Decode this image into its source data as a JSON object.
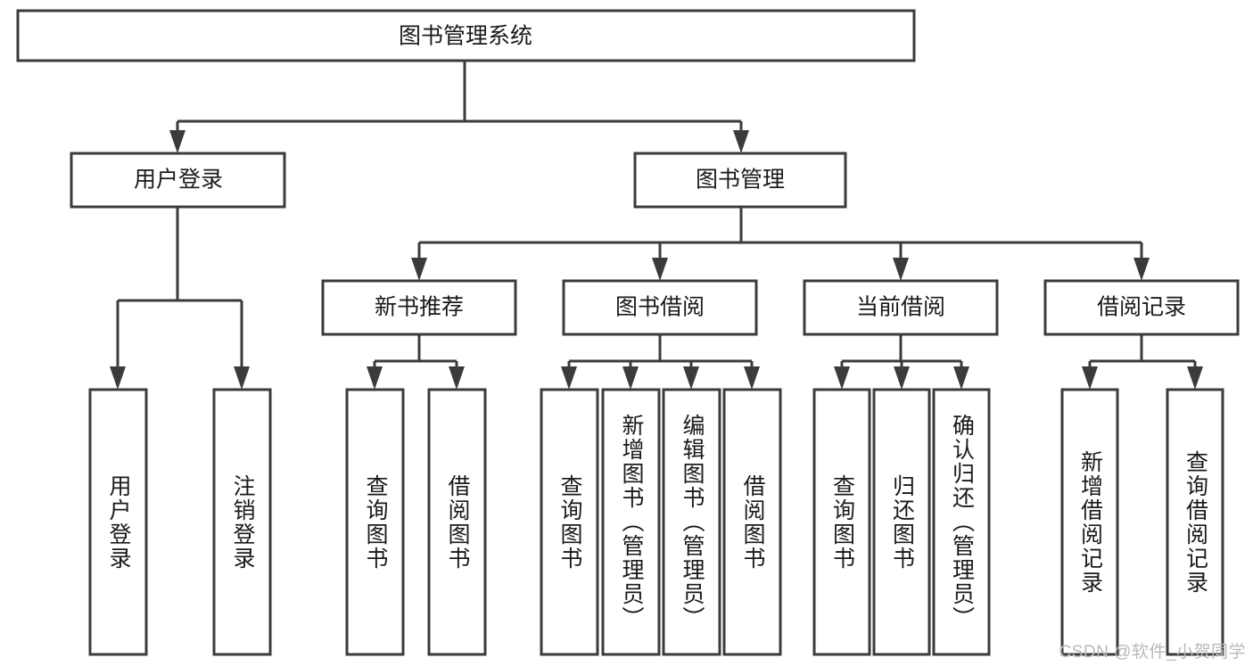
{
  "diagram": {
    "title": "图书管理系统",
    "type": "hierarchy-tree",
    "watermark": "CSDN @软件_小贺同学",
    "colors": {
      "box_stroke": "#3b3b3b",
      "box_fill": "#ffffff",
      "text": "#1a1a1a",
      "background": "#ffffff",
      "watermark": "#b9b9b9"
    },
    "levels": {
      "root": {
        "label": "图书管理系统"
      },
      "level2": [
        {
          "label": "用户登录"
        },
        {
          "label": "图书管理"
        }
      ],
      "level3": [
        {
          "label": "新书推荐"
        },
        {
          "label": "图书借阅"
        },
        {
          "label": "当前借阅"
        },
        {
          "label": "借阅记录"
        }
      ]
    },
    "nodes": {
      "root": "图书管理系统",
      "user_login": "用户登录",
      "book_manage": "图书管理",
      "new_book_rec": "新书推荐",
      "book_borrow": "图书借阅",
      "current_borrow": "当前借阅",
      "borrow_record": "借阅记录",
      "leaf_user_login": "用户登录",
      "leaf_logout": "注销登录",
      "leaf_query_book_1": "查询图书",
      "leaf_borrow_book_1": "借阅图书",
      "leaf_query_book_2": "查询图书",
      "leaf_add_book_admin": "新增图书（管理员）",
      "leaf_edit_book_admin": "编辑图书（管理员）",
      "leaf_borrow_book_2": "借阅图书",
      "leaf_query_book_3": "查询图书",
      "leaf_return_book": "归还图书",
      "leaf_confirm_return_admin": "确认归还（管理员）",
      "leaf_add_record": "新增借阅记录",
      "leaf_query_record": "查询借阅记录"
    }
  }
}
